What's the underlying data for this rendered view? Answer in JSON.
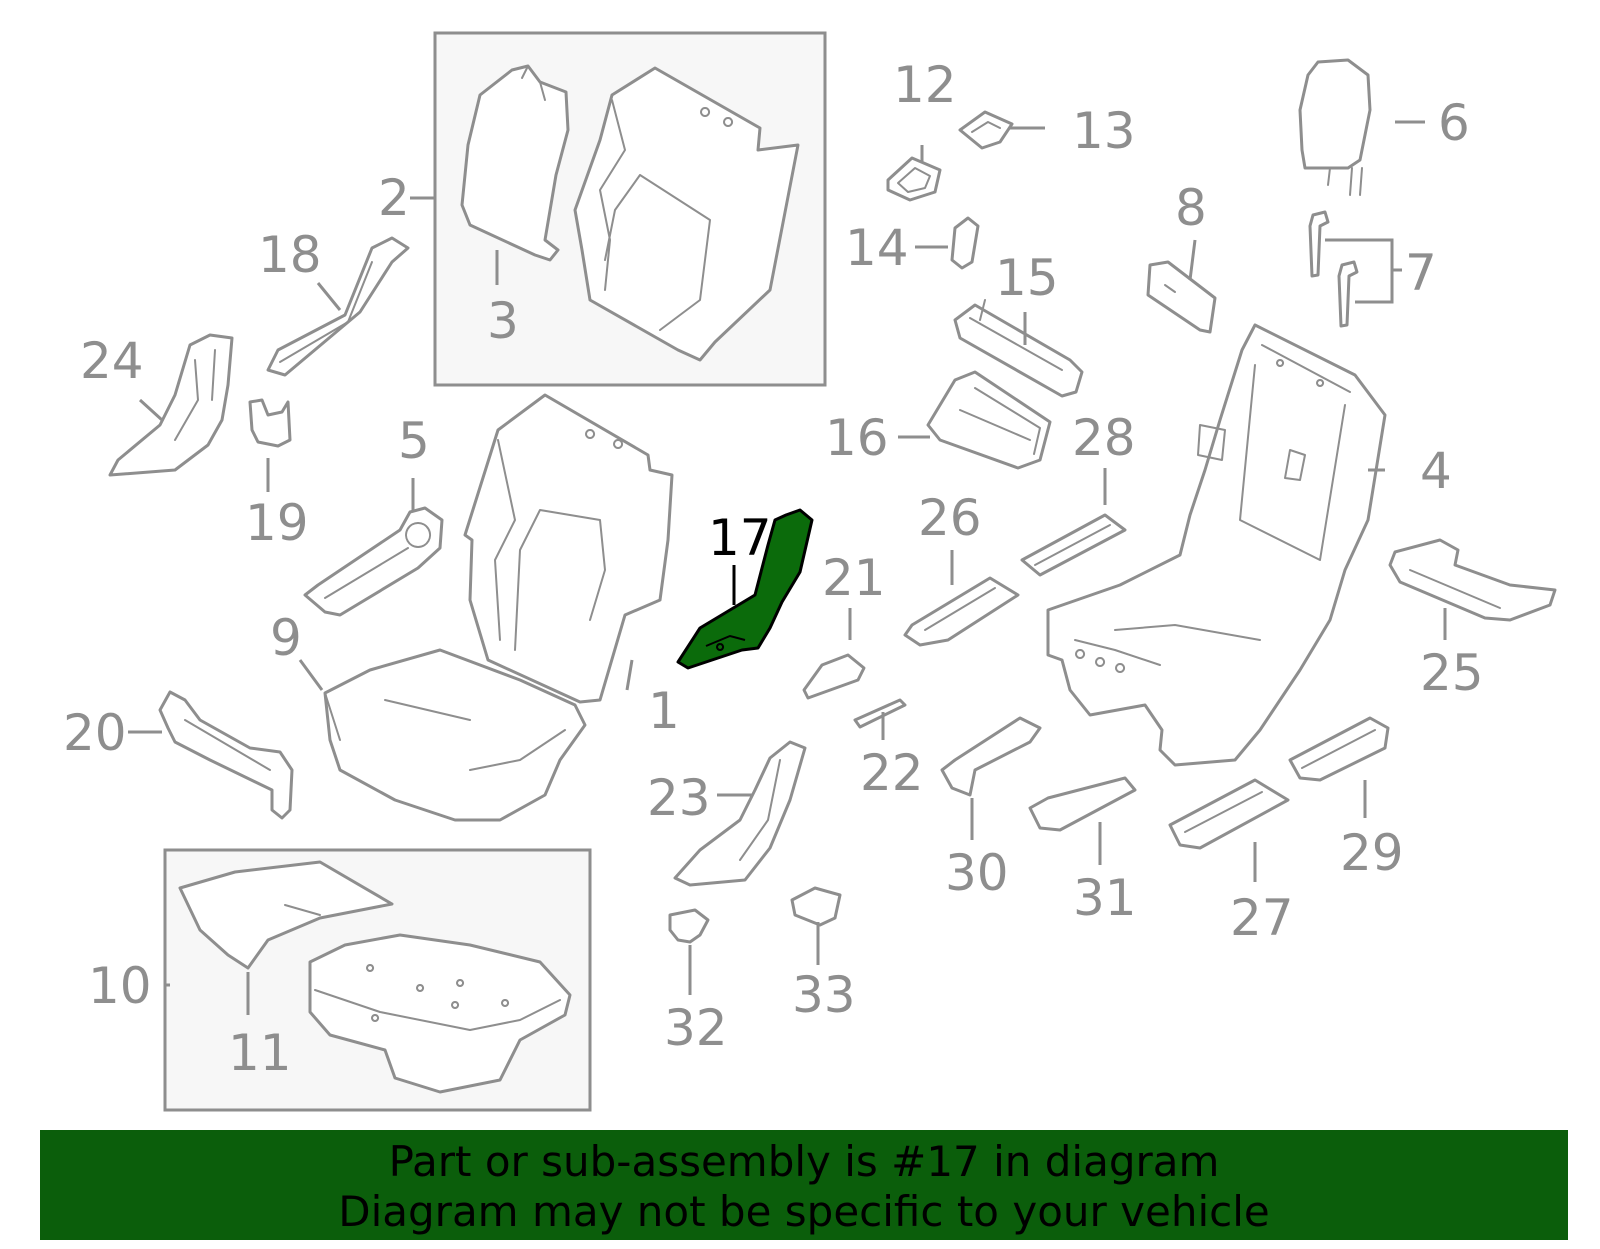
{
  "colors": {
    "line": "#8e8e8e",
    "highlight": "#0b6b0b",
    "banner_bg": "#0b5e0b",
    "highlight_text": "#000000"
  },
  "highlighted_part": "17",
  "callouts": {
    "c1": "1",
    "c2": "2",
    "c3": "3",
    "c4": "4",
    "c5": "5",
    "c6": "6",
    "c7": "7",
    "c8": "8",
    "c9": "9",
    "c10": "10",
    "c11": "11",
    "c12": "12",
    "c13": "13",
    "c14": "14",
    "c15": "15",
    "c16": "16",
    "c17": "17",
    "c18": "18",
    "c19": "19",
    "c20": "20",
    "c21": "21",
    "c22": "22",
    "c23": "23",
    "c24": "24",
    "c25": "25",
    "c26": "26",
    "c27": "27",
    "c28": "28",
    "c29": "29",
    "c30": "30",
    "c31": "31",
    "c32": "32",
    "c33": "33"
  },
  "banner": {
    "line1": "Part or sub-assembly is #17 in diagram",
    "line2": "Diagram may not be specific to your vehicle"
  }
}
